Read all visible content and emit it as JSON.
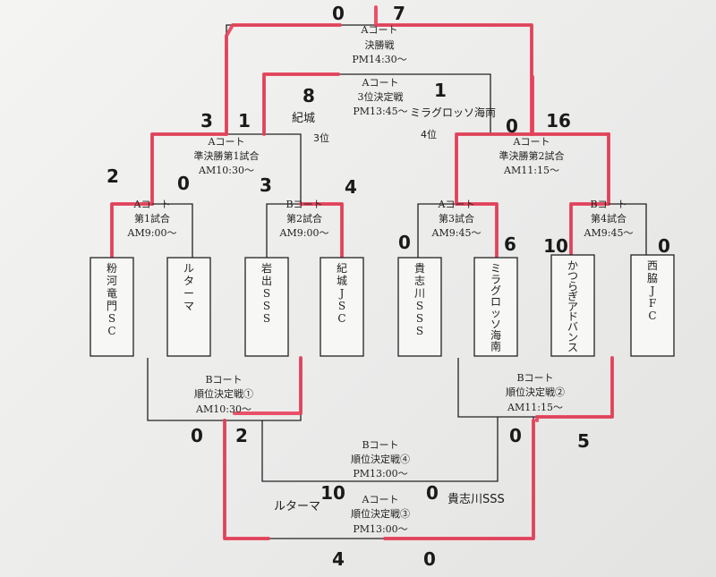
{
  "matches": {
    "final": {
      "court": "Aコート",
      "name": "決勝戦",
      "time": "PM14:30〜"
    },
    "third": {
      "court": "Aコート",
      "name": "3位決定戦",
      "time": "PM13:45〜"
    },
    "semi1": {
      "court": "Aコート",
      "name": "準決勝第1試合",
      "time": "AM10:30〜"
    },
    "semi2": {
      "court": "Aコート",
      "name": "準決勝第2試合",
      "time": "AM11:15〜"
    },
    "m1": {
      "court": "Aコート",
      "name": "第1試合",
      "time": "AM9:00〜"
    },
    "m2": {
      "court": "Bコート",
      "name": "第2試合",
      "time": "AM9:00〜"
    },
    "m3": {
      "court": "Aコート",
      "name": "第3試合",
      "time": "AM9:45〜"
    },
    "m4": {
      "court": "Bコート",
      "name": "第4試合",
      "time": "AM9:45〜"
    },
    "rank1": {
      "court": "Bコート",
      "name": "順位決定戦①",
      "time": "AM10:30〜"
    },
    "rank2": {
      "court": "Bコート",
      "name": "順位決定戦②",
      "time": "AM11:15〜"
    },
    "rank4": {
      "court": "Bコート",
      "name": "順位決定戦④",
      "time": "PM13:00〜"
    },
    "rank3": {
      "court": "Aコート",
      "name": "順位決定戦③",
      "time": "PM13:00〜"
    }
  },
  "teams": [
    "粉河竜門SC",
    "ルターマ",
    "岩出SSS",
    "紀城JSC",
    "貴志川SSS",
    "ミラグロッソ海南",
    "かつらぎアドバンス",
    "西脇JFC"
  ],
  "scores": {
    "final_left": "0",
    "final_right": "7",
    "third_left": "8",
    "third_right": "1",
    "semi1_left": "3",
    "semi1_right": "1",
    "semi2_left": "0",
    "semi2_right": "16",
    "m1_left": "2",
    "m1_right": "0",
    "m2_left": "3",
    "m2_right": "4",
    "m3_left": "0",
    "m3_right": "6",
    "m4_left": "10",
    "m4_right": "0",
    "rank1_left": "0",
    "rank1_right": "2",
    "rank2_left": "0",
    "rank2_right": "5",
    "rank3_left": "4",
    "rank3_right": "0",
    "rank3_note_left": "10",
    "rank3_note_right": "0"
  },
  "annotations": {
    "third_left_team": "紀城",
    "third_left_place": "3位",
    "third_right_team": "ミラグロッソ海南",
    "third_right_place": "4位",
    "rank3_team_left": "ルターマ",
    "rank3_team_right": "貴志川SSS"
  },
  "colors": {
    "ink": "#222222",
    "winner_marker": "#e8405a",
    "paper": "#f0f0ee"
  }
}
